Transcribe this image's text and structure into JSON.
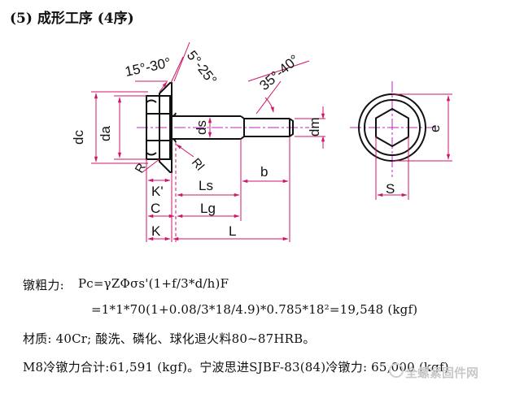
{
  "title": "(5) 成形工序 (4序)",
  "drawing": {
    "angle_labels": [
      "15°-30°",
      "5°-25°",
      "35°-40°"
    ],
    "dimension_labels": {
      "dc": "dc",
      "da": "da",
      "ds": "ds",
      "dm": "dm",
      "e": "e",
      "s": "S",
      "r": "R",
      "rl": "Rl",
      "k_prime": "K'",
      "ls": "Ls",
      "b": "b",
      "c": "C",
      "lg": "Lg",
      "k": "K",
      "l": "L"
    },
    "colors": {
      "outline": "#111111",
      "dimension": "#d0146a",
      "centerline": "#c020c0"
    }
  },
  "text": {
    "forging_label": "镦粗力:",
    "formula_line1": "Pc=γZΦσs'(1+f/3*d/h)F",
    "formula_line2": "=1*1*70(1+0.08/3*18/4.9)*0.785*18²=19,548 (kgf)",
    "material": "材质: 40Cr; 酸洗、磷化、球化退火料80~87HRB。",
    "summary": "M8冷镦力合计:61,591 (kgf)。宁波思进SJBF-83(84)冷镦力: 65,000 (kgf)"
  },
  "watermark": "全螺紧固件网"
}
